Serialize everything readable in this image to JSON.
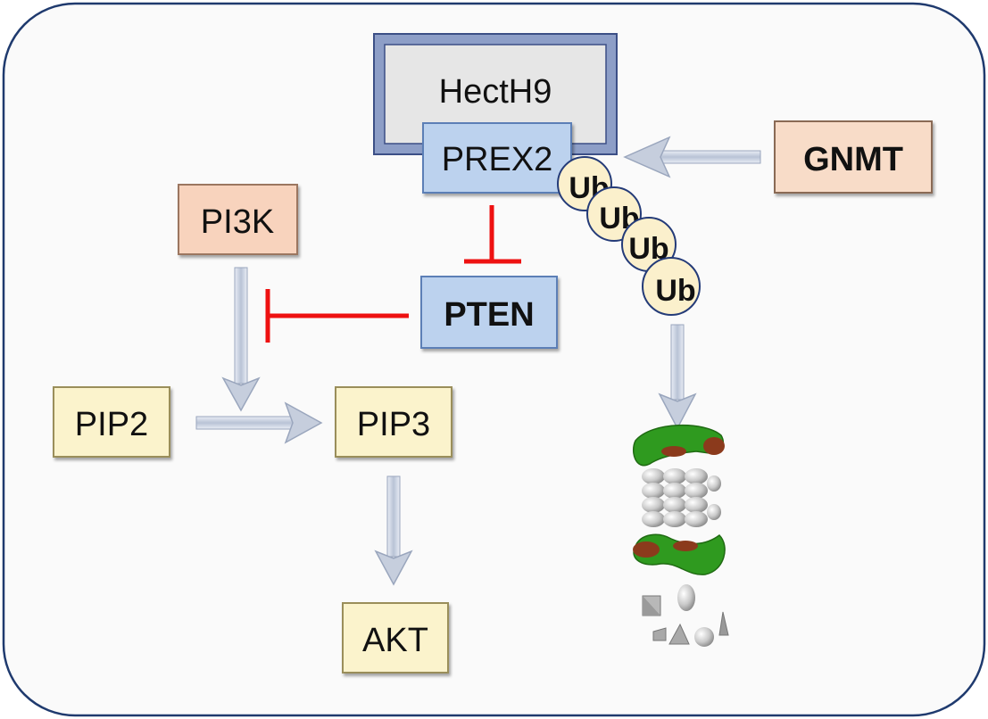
{
  "colors": {
    "panel_fill": "#fafafa",
    "panel_stroke": "#1f3a6e",
    "peach": "#f8d3bd",
    "cream": "#fbf3cc",
    "blue": "#bcd2ee",
    "hect_fill": "#e6e6e6",
    "hect_frame": "#8d9ec7",
    "ub_fill": "#fbf0cc",
    "inhibit": "#ee1111",
    "arrow": "#c6cedd",
    "proteasome_green": "#2f9a1f",
    "proteasome_red": "#8b3a1c",
    "proteasome_grey": "#c4c4c4"
  },
  "nodes": {
    "hecth9": "HectH9",
    "prex2": "PREX2",
    "gnmt": "GNMT",
    "pi3k": "PI3K",
    "pten": "PTEN",
    "pip2": "PIP2",
    "pip3": "PIP3",
    "akt": "AKT"
  },
  "ubiquitin": [
    "Ub",
    "Ub",
    "Ub",
    "Ub"
  ],
  "icons": {
    "proteasome": "proteasome-icon",
    "fragments": "peptide-fragments-icon"
  }
}
